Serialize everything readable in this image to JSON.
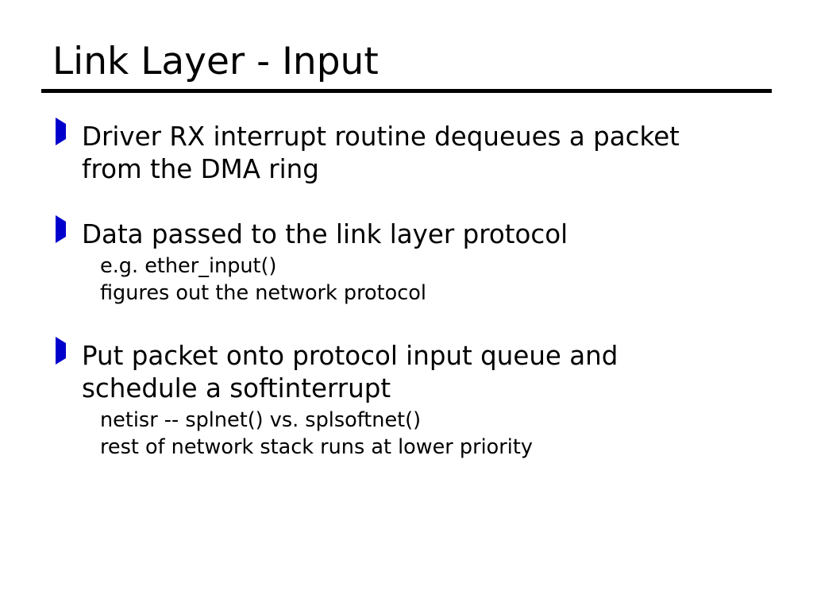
{
  "slide": {
    "title": "Link Layer - Input",
    "accent_color": "#0000cc",
    "text_color": "#000000",
    "background_color": "#ffffff",
    "rule_color": "#000000",
    "markers": {
      "level1": "triangle-right-icon",
      "level2": "dot-icon"
    },
    "bullets": [
      {
        "text": "Driver RX interrupt routine dequeues a packet from the DMA ring",
        "sub": []
      },
      {
        "text": "Data passed to the link layer protocol",
        "sub": [
          "e.g. ether_input()",
          "figures out the network protocol"
        ]
      },
      {
        "text": "Put packet onto protocol input queue and schedule a softinterrupt",
        "sub": [
          "netisr -- splnet() vs. splsoftnet()",
          "rest of network stack runs at lower priority"
        ]
      }
    ]
  }
}
